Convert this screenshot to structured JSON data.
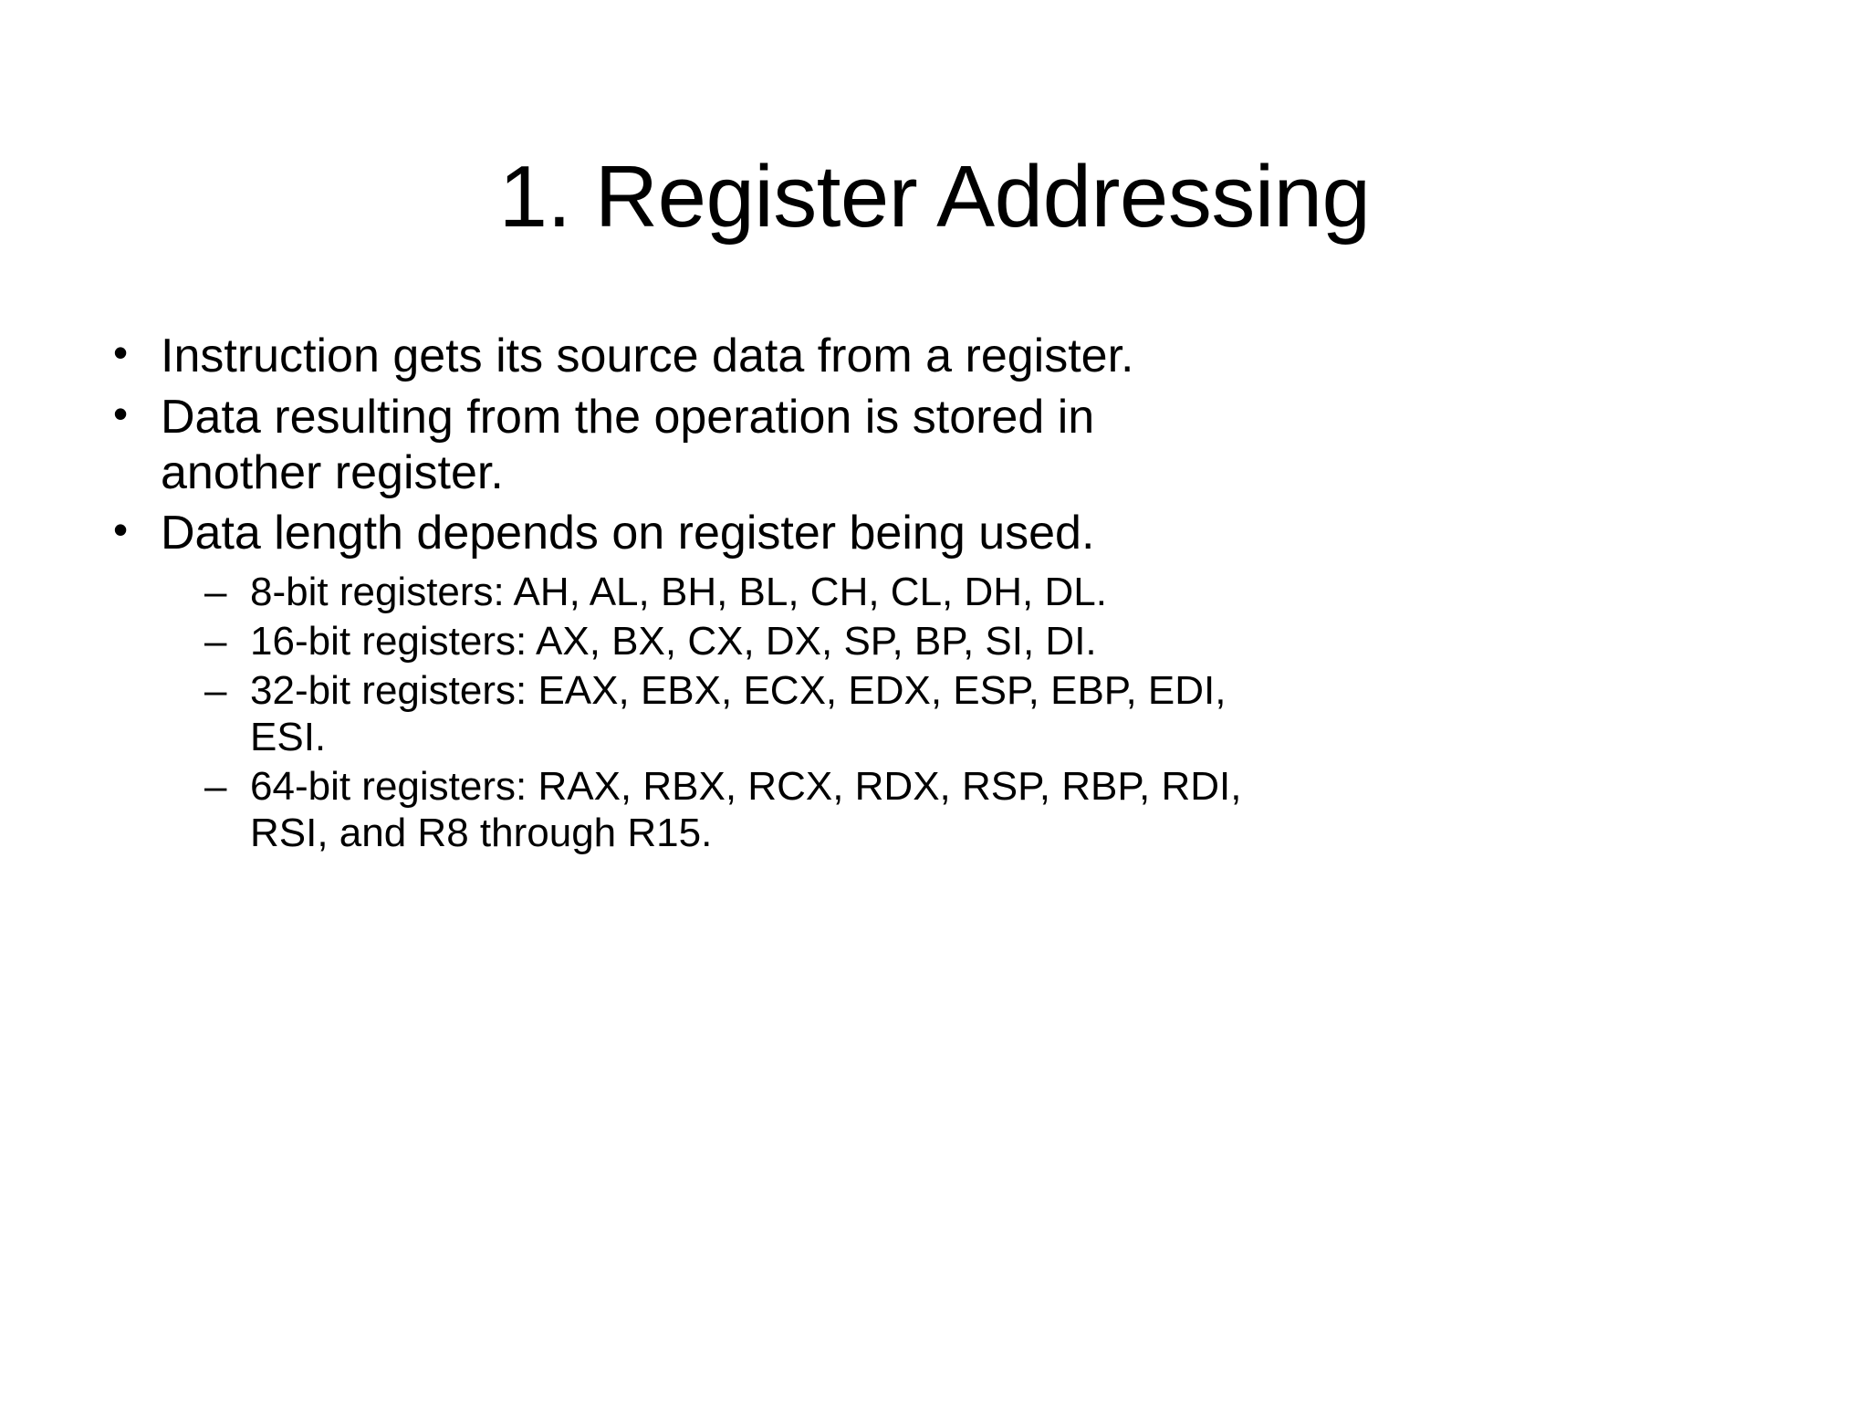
{
  "slide": {
    "title": "1. Register Addressing",
    "background_color": "#ffffff",
    "text_color": "#000000",
    "bullet_glyph": "•",
    "sub_bullet_glyph": "–",
    "bullets": [
      {
        "text": "Instruction gets its source data from a register.",
        "sub_bullets": []
      },
      {
        "text": "Data resulting from the operation is stored in another register.",
        "sub_bullets": []
      },
      {
        "text": "Data length depends on register being used.",
        "sub_bullets": [
          {
            "text": "8-bit registers: AH, AL, BH, BL, CH, CL, DH, DL."
          },
          {
            "text": "16-bit registers: AX, BX, CX, DX, SP, BP, SI, DI."
          },
          {
            "text": "32-bit registers: EAX, EBX, ECX, EDX, ESP, EBP, EDI, ESI."
          },
          {
            "text": "64-bit registers: RAX, RBX, RCX, RDX, RSP, RBP, RDI, RSI, and R8 through R15."
          }
        ]
      }
    ]
  }
}
